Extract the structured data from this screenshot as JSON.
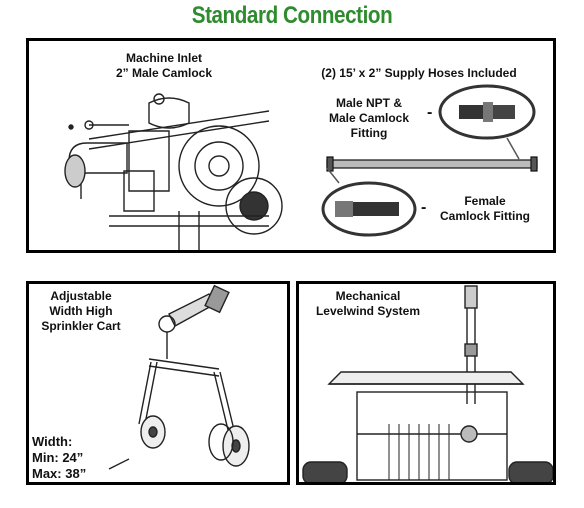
{
  "title": "Standard Connection",
  "top_panel": {
    "inlet_label_line1": "Machine Inlet",
    "inlet_label_line2": "2” Male Camlock",
    "hoses_label": "(2) 15’ x 2” Supply Hoses Included",
    "male_fitting_line1": "Male NPT &",
    "male_fitting_line2": "Male Camlock",
    "male_fitting_line3": "Fitting",
    "female_fitting_line1": "Female",
    "female_fitting_line2": "Camlock Fitting",
    "dash": "-"
  },
  "cart_panel": {
    "label_line1": "Adjustable",
    "label_line2": "Width High",
    "label_line3": "Sprinkler Cart",
    "width_label": "Width:",
    "min_label": "Min: 24”",
    "max_label": "Max: 38”"
  },
  "levelwind_panel": {
    "label_line1": "Mechanical",
    "label_line2": "Levelwind System"
  },
  "colors": {
    "title_green": "#2e8b2e",
    "border": "#000000"
  }
}
